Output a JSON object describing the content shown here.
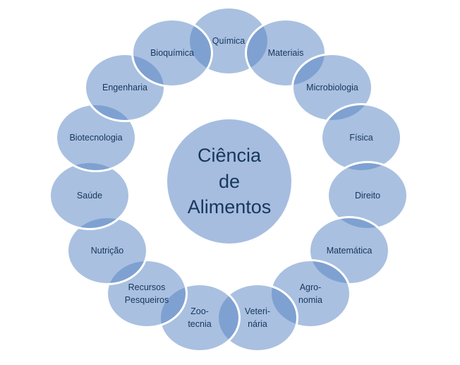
{
  "diagram": {
    "center": {
      "label": "Ciência\nde\nAlimentos"
    },
    "items": [
      {
        "label": "Química"
      },
      {
        "label": "Materiais"
      },
      {
        "label": "Microbiologia"
      },
      {
        "label": "Física"
      },
      {
        "label": "Direito"
      },
      {
        "label": "Matemática"
      },
      {
        "label": "Agro-\nnomia"
      },
      {
        "label": "Veteri-\nnária"
      },
      {
        "label": "Zoo-\ntecnia"
      },
      {
        "label": "Recursos\nPesqueiros"
      },
      {
        "label": "Nutrição"
      },
      {
        "label": "Saúde"
      },
      {
        "label": "Biotecnologia"
      },
      {
        "label": "Engenharia"
      },
      {
        "label": "Bioquímica"
      }
    ],
    "colors": {
      "ellipse_fill": "rgba(87,132,194,0.51)",
      "center_fill": "#a6bddf",
      "outline": "#ffffff",
      "text": "#17375d"
    }
  }
}
